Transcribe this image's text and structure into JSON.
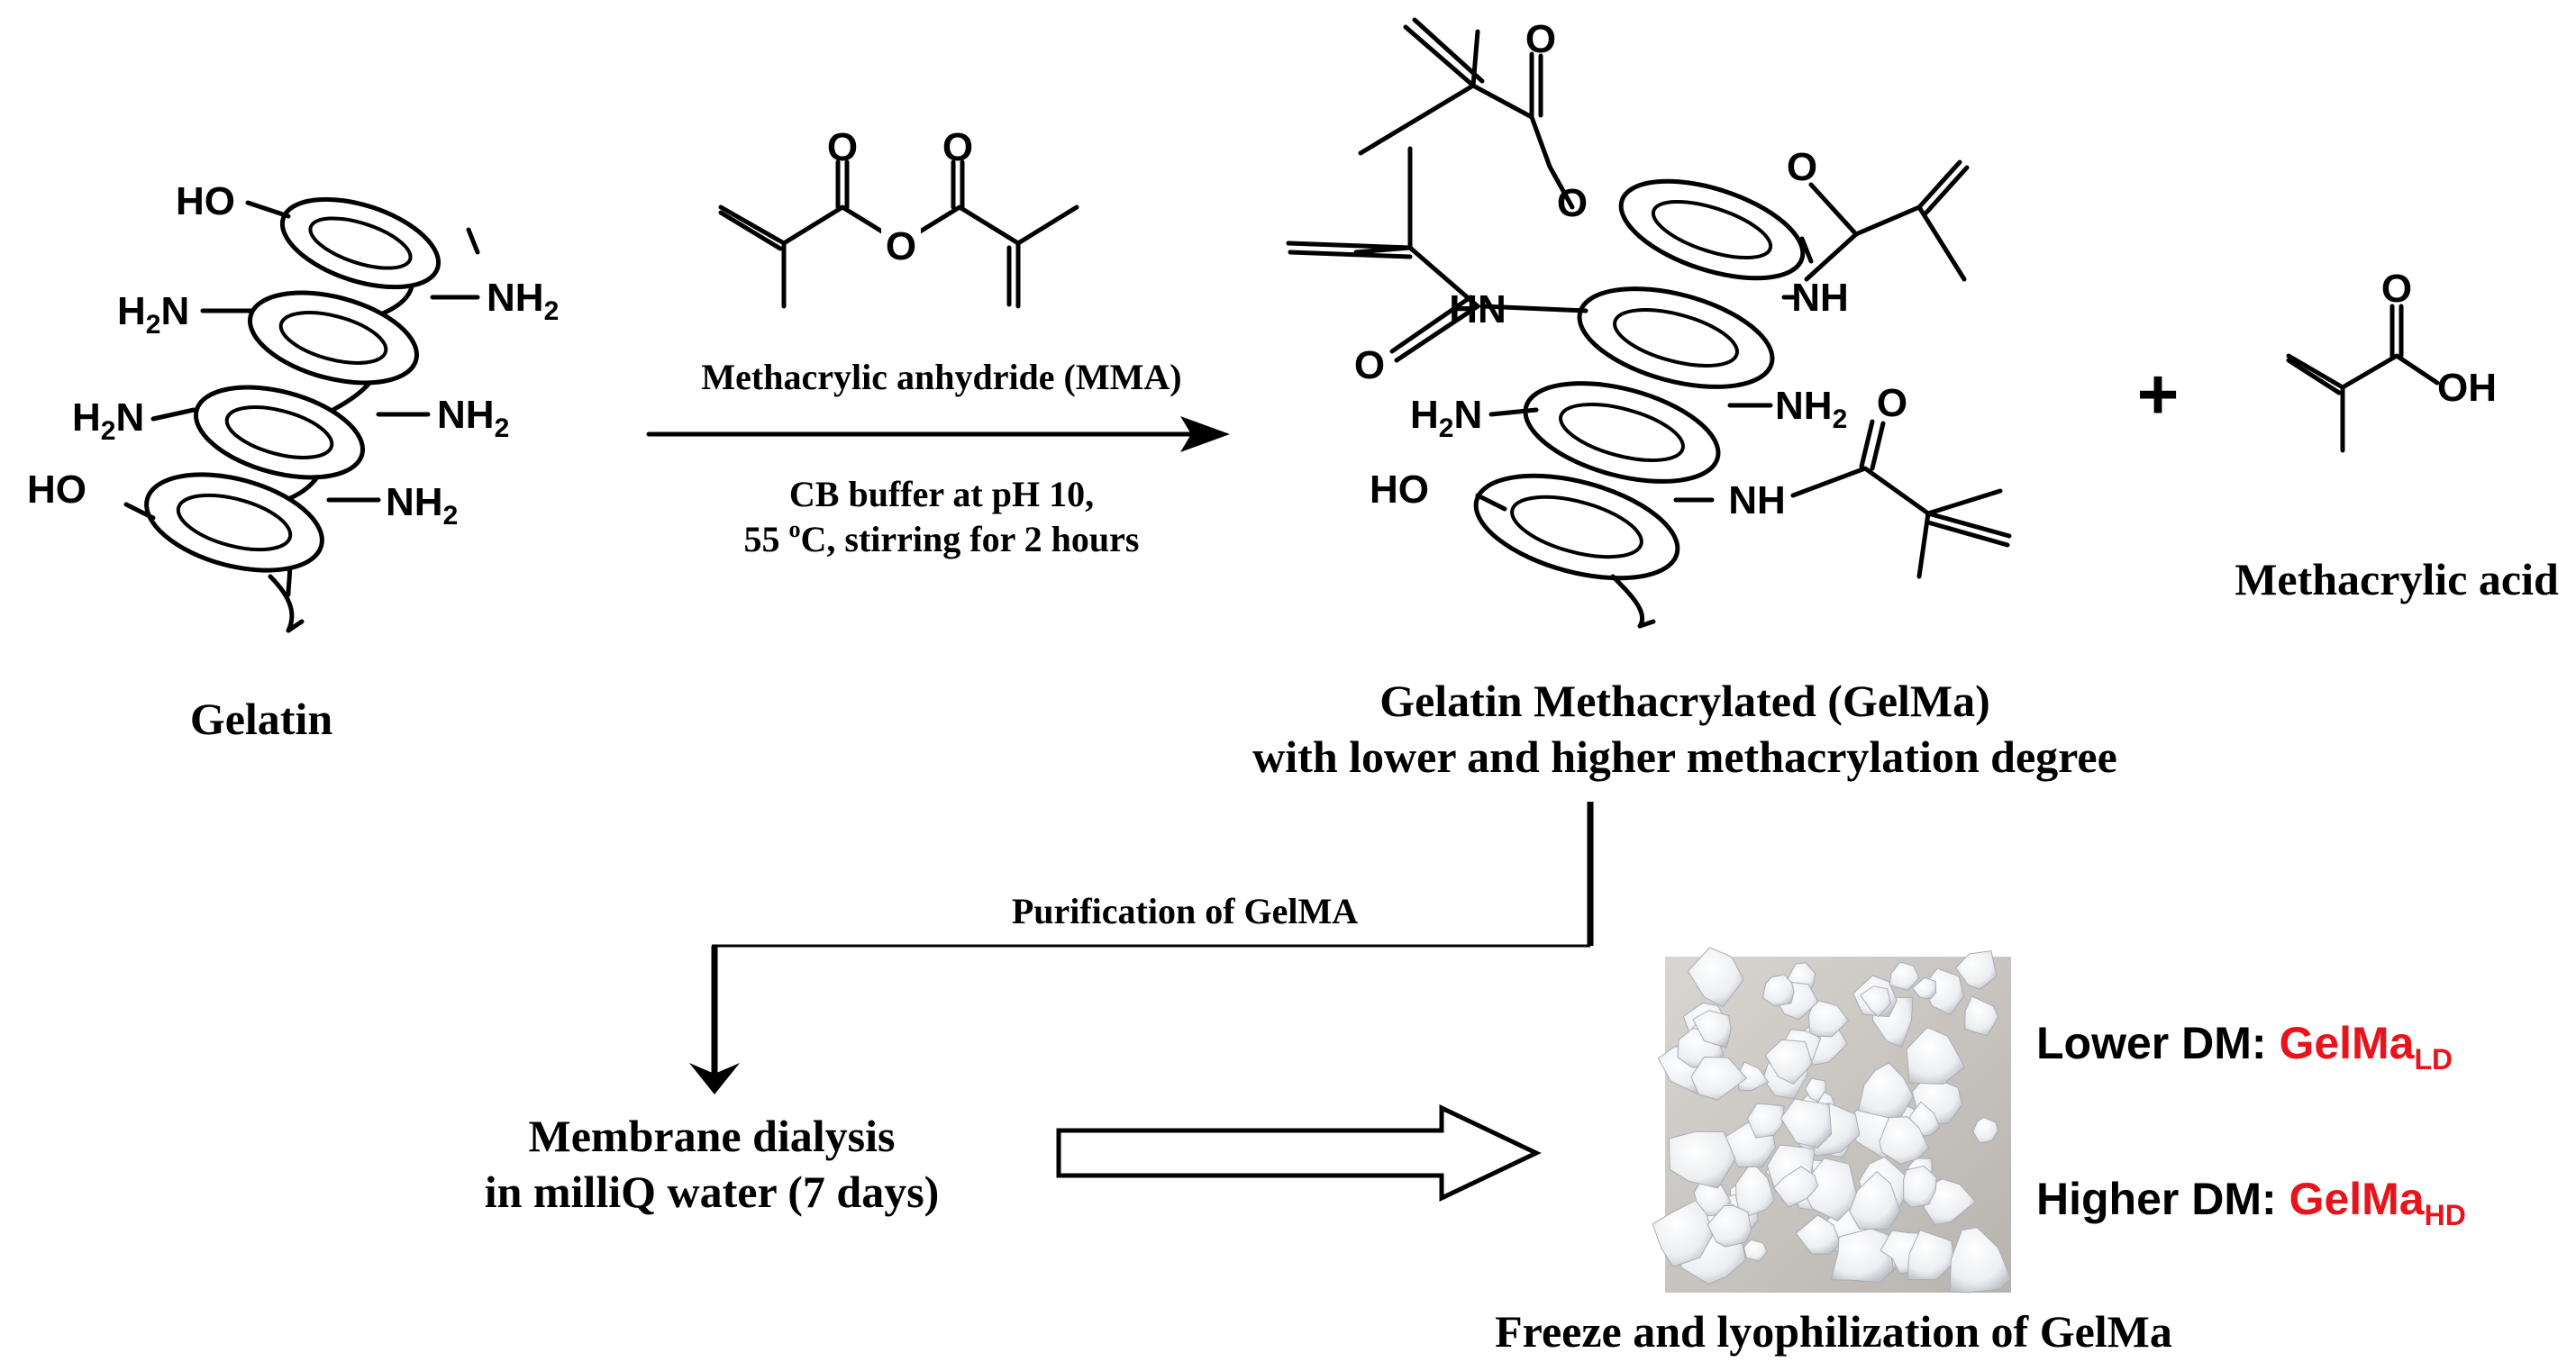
{
  "reagent": {
    "name": "Methacrylic anhydride (MMA)",
    "conditions_line1": "CB buffer at pH 10,",
    "conditions_line2_a": "55 ",
    "conditions_line2_deg": "o",
    "conditions_line2_b": "C, stirring for 2 hours"
  },
  "gelatin": {
    "label": "Gelatin",
    "groups": {
      "ho": "HO",
      "h2n_h": "H",
      "h2n_2": "2",
      "h2n_n": "N",
      "nh": "NH",
      "nh_2": "2"
    }
  },
  "gelma": {
    "label_line1": "Gelatin Methacrylated (GelMa)",
    "label_line2": "with lower and higher methacrylation degree",
    "groups": {
      "hn": "HN",
      "nh": "NH",
      "o": "O",
      "ho": "HO"
    }
  },
  "byproduct": {
    "plus": "+",
    "label": "Methacrylic acid",
    "oh": "OH",
    "o": "O"
  },
  "anhydride_atoms": {
    "o": "O"
  },
  "purification": {
    "label": "Purification of GelMA"
  },
  "dialysis": {
    "line1": "Membrane dialysis",
    "line2": "in milliQ water (7 days)"
  },
  "product": {
    "caption": "Freeze and lyophilization of GelMa",
    "lower_prefix": "Lower DM: ",
    "lower_name": "GelMa",
    "lower_sub": "LD",
    "higher_prefix": "Higher DM: ",
    "higher_name": "GelMa",
    "higher_sub": "HD"
  },
  "colors": {
    "highlight": "#e8141b",
    "ink": "#000000",
    "photo_bg": "#c9c6c2",
    "flake": "#f4f4f6"
  }
}
